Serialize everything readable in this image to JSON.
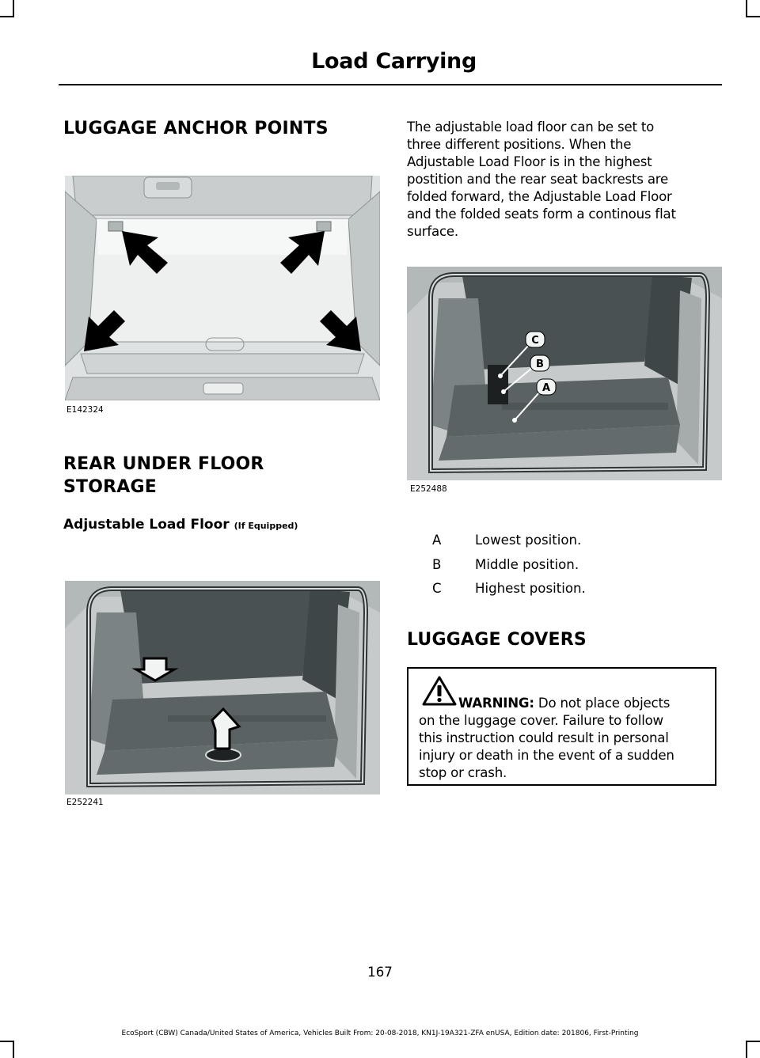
{
  "header": {
    "title": "Load Carrying"
  },
  "left": {
    "section1_title": "LUGGAGE ANCHOR POINTS",
    "figure1_code": "E142324",
    "section2_title_line1": "REAR UNDER FLOOR",
    "section2_title_line2": "STORAGE",
    "subsection_title": "Adjustable Load Floor",
    "subsection_qualifier": "(If Equipped)",
    "figure2_code": "E252241"
  },
  "right": {
    "intro_lines": [
      "The adjustable load floor can be set to",
      "three different positions. When the",
      "Adjustable Load Floor is in the highest",
      "postition and the rear seat backrests are",
      "folded forward, the Adjustable Load Floor",
      "and the folded seats form a continous flat",
      "surface."
    ],
    "figure3_code": "E252488",
    "figure3_callouts": [
      "C",
      "B",
      "A"
    ],
    "legend": [
      {
        "key": "A",
        "text": "Lowest position."
      },
      {
        "key": "B",
        "text": "Middle position."
      },
      {
        "key": "C",
        "text": "Highest position."
      }
    ],
    "section3_title": "LUGGAGE COVERS",
    "warning": {
      "label": "WARNING:",
      "first_line_rest": " Do not place objects",
      "lines": [
        "on the luggage cover. Failure to follow",
        "this instruction could result in personal",
        "injury or death in the event of a sudden",
        "stop or crash."
      ]
    }
  },
  "page_number": "167",
  "footer": "EcoSport (CBW) Canada/United States of America, Vehicles Built From: 20-08-2018, KN1J-19A321-ZFA enUSA, Edition date: 201806, First-Printing",
  "colors": {
    "figure_dark": "#4a5152",
    "figure_light": "#e8eaea",
    "figure_mid": "#b9bdbd"
  }
}
